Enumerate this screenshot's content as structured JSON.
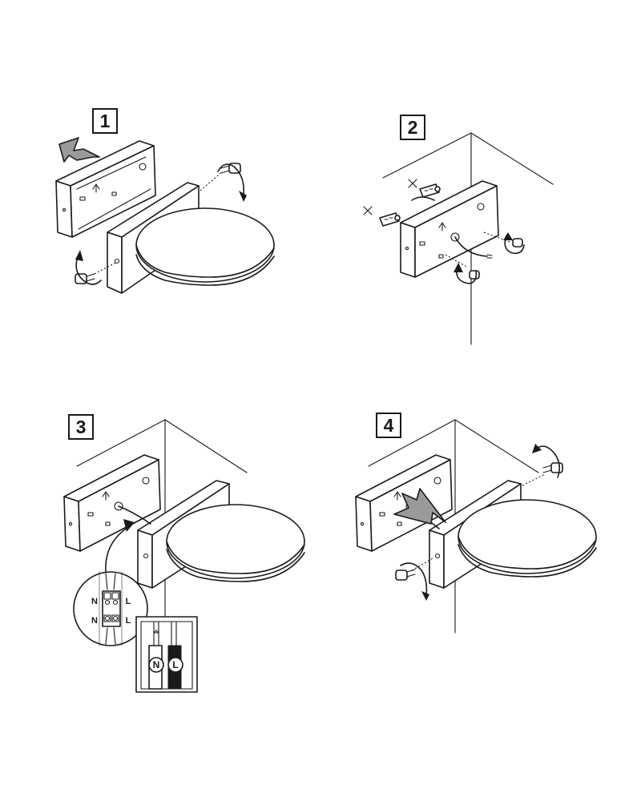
{
  "steps": [
    {
      "number": "1"
    },
    {
      "number": "2"
    },
    {
      "number": "3"
    },
    {
      "number": "4"
    }
  ],
  "terminal_block": {
    "labels": [
      "N",
      "L",
      "N",
      "L"
    ]
  },
  "wires": [
    {
      "label": "N",
      "color": "#ffffff"
    },
    {
      "label": "L",
      "color": "#1a1a1a"
    }
  ],
  "colors": {
    "line": "#1a1a1a",
    "arrow_fill": "#9a9a9a",
    "background": "#ffffff"
  }
}
